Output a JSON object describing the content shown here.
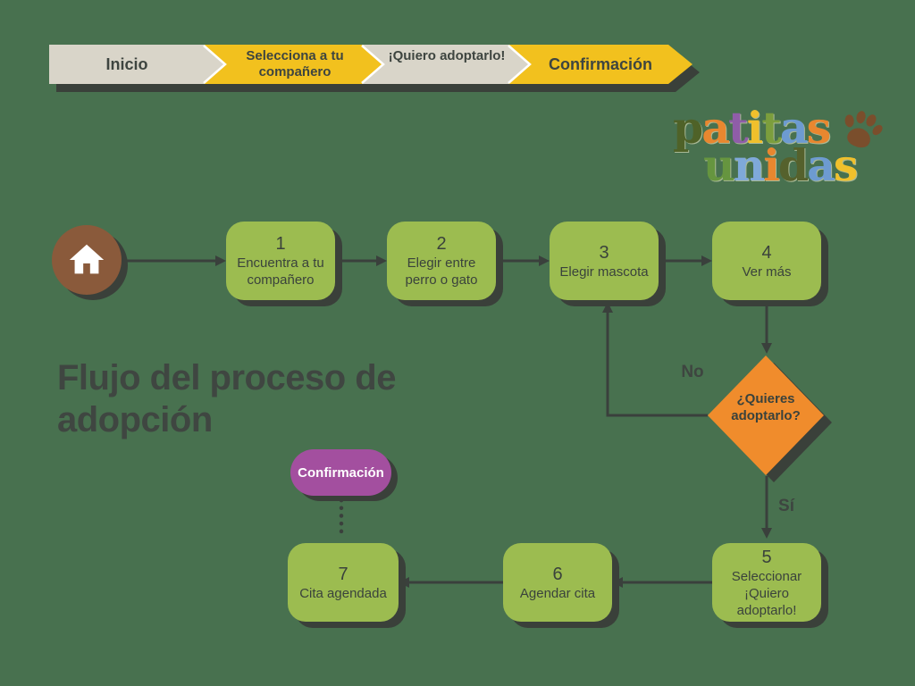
{
  "breadcrumb": {
    "items": [
      {
        "label": "Inicio",
        "style": "beige"
      },
      {
        "label": "Selecciona a tu compañero",
        "style": "yellow"
      },
      {
        "label": "¡Quiero adoptarlo!",
        "style": "beige"
      },
      {
        "label": "Confirmación",
        "style": "yellow"
      }
    ]
  },
  "logo": {
    "word1": "patitas",
    "word2": "unidas",
    "word1_colors": [
      "#4F6228",
      "#E8872F",
      "#8F5DA8",
      "#F0C02C",
      "#7C9E3D",
      "#6D9BD1",
      "#E8872F"
    ],
    "word2_colors": [
      "#66953F",
      "#7FA9D9",
      "#E8872F",
      "#55612C",
      "#6D9BD1",
      "#F0C02C"
    ],
    "paw_color": "#7A4E2C"
  },
  "title": "Flujo del proceso de adopción",
  "flow": {
    "steps": [
      {
        "number": "1",
        "label": "Encuentra a tu compañero"
      },
      {
        "number": "2",
        "label": "Elegir entre perro o gato"
      },
      {
        "number": "3",
        "label": "Elegir mascota"
      },
      {
        "number": "4",
        "label": "Ver más"
      },
      {
        "number": "5",
        "label": "Seleccionar ¡Quiero adoptarlo!"
      },
      {
        "number": "6",
        "label": "Agendar cita"
      },
      {
        "number": "7",
        "label": "Cita agendada"
      }
    ],
    "decision": {
      "label": "¿Quieres adoptarlo?",
      "no_label": "No",
      "yes_label": "Sí"
    },
    "confirmation_label": "Confirmación"
  },
  "colors": {
    "background": "#48714F",
    "node_green": "#9CBC50",
    "node_text": "#3A423C",
    "shadow": "#3A403A",
    "diamond_orange": "#F08C2C",
    "pill_purple": "#A34F9F",
    "home_brown": "#8A5A3B",
    "bar_yellow": "#F2C11E",
    "bar_beige": "#D9D5C9",
    "connector": "#3A403C",
    "title_color": "#3F4641"
  }
}
